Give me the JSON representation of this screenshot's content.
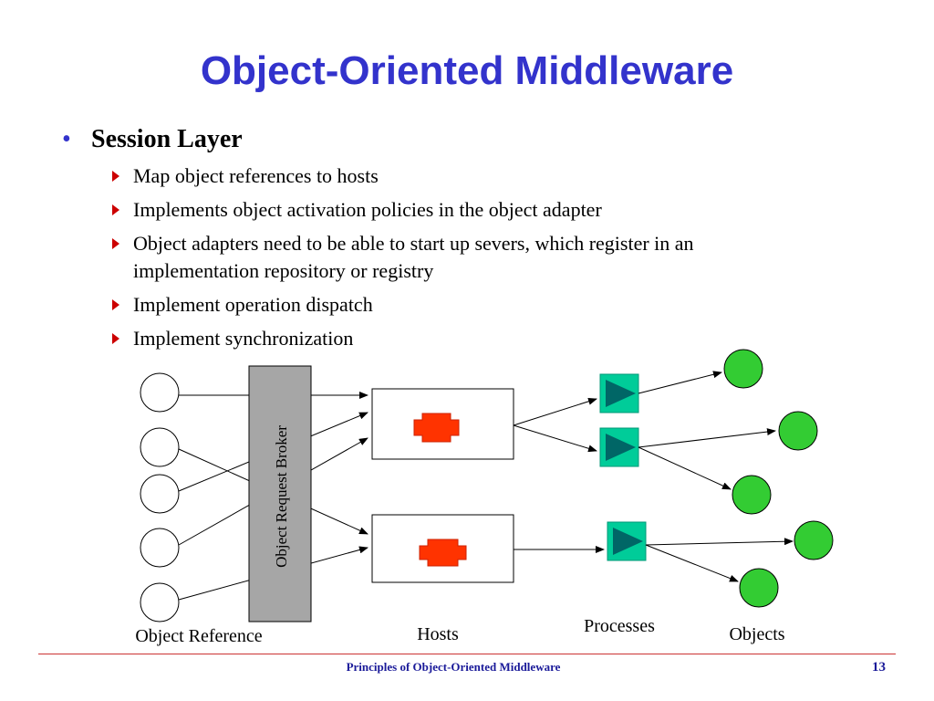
{
  "slide": {
    "title": "Object-Oriented Middleware",
    "main_bullet": "Session Layer",
    "sub_bullets": [
      "Map object references to hosts",
      "Implements object activation policies in the object adapter",
      "Object adapters need to be able to start up severs, which register in an implementation repository or registry",
      "Implement operation dispatch",
      "Implement synchronization"
    ]
  },
  "diagram": {
    "broker_label": "Object Request Broker",
    "labels": {
      "object_reference": "Object Reference",
      "hosts": "Hosts",
      "processes": "Processes",
      "objects": "Objects"
    },
    "colors": {
      "broker_fill": "#a6a6a6",
      "adapter_fill": "#ff3300",
      "process_fill": "#00cc99",
      "process_triangle": "#006666",
      "object_fill": "#33cc33"
    }
  },
  "footer": {
    "text": "Principles of Object-Oriented Middleware",
    "page_number": "13"
  }
}
